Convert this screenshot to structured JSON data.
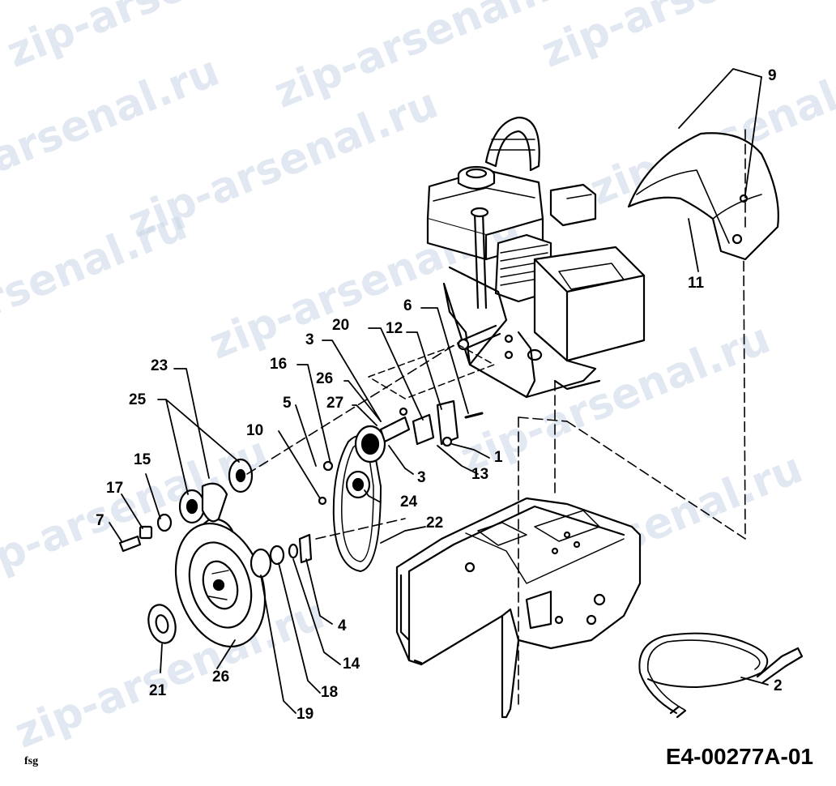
{
  "watermarks": [
    "zip-arsenal.ru",
    "zip-arsenal.ru",
    "zip-arsenal.ru",
    "zip-arsenal.ru",
    "zip-arsenal.ru",
    "zip-arsenal.ru",
    "zip-arsenal.ru",
    "zip-arsenal.ru",
    "zip-arsenal.ru",
    "zip-arsenal.ru",
    "zip-arsenal.ru",
    "zip-arsenal.ru"
  ],
  "callouts": [
    "9",
    "11",
    "6",
    "12",
    "20",
    "3",
    "26",
    "27",
    "16",
    "5",
    "10",
    "1",
    "13",
    "3",
    "24",
    "22",
    "23",
    "25",
    "15",
    "17",
    "7",
    "4",
    "14",
    "18",
    "19",
    "21",
    "26",
    "2"
  ],
  "drawing_code": "E4-00277A-01",
  "corner_tag": "fsg"
}
